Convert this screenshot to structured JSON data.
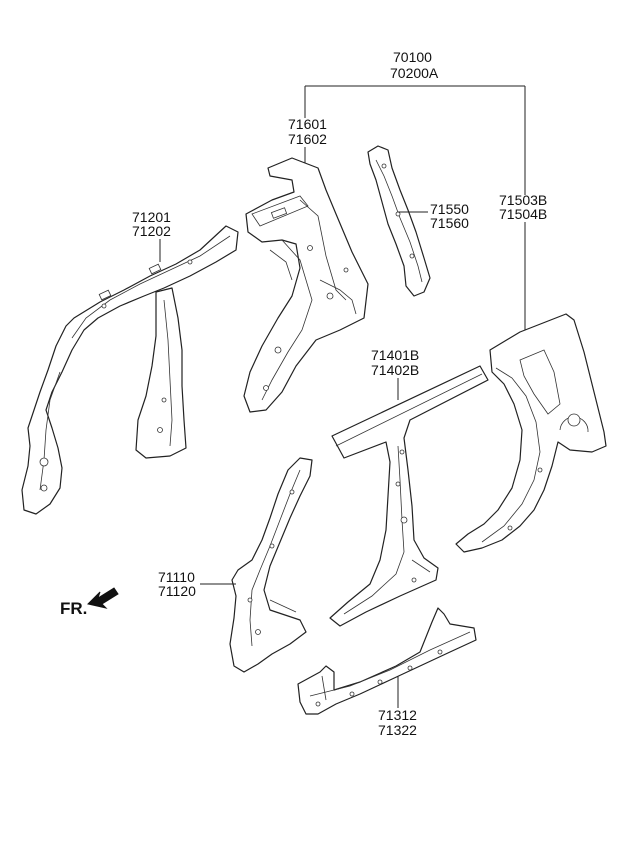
{
  "labels": {
    "assembly_line1": "70100",
    "assembly_line2": "70200A",
    "pillar_inner_front_line1": "71601",
    "pillar_inner_front_line2": "71602",
    "rear_bracket_line1": "71550",
    "rear_bracket_line2": "71560",
    "quarter_panel_line1": "71503B",
    "quarter_panel_line2": "71504B",
    "inner_frame_line1": "71201",
    "inner_frame_line2": "71202",
    "side_outer_line1": "71401B",
    "side_outer_line2": "71402B",
    "front_pillar_line1": "71110",
    "front_pillar_line2": "71120",
    "sill_line1": "71312",
    "sill_line2": "71322"
  },
  "direction": {
    "label": "FR.",
    "icon": "front-arrow-icon"
  },
  "colors": {
    "line": "#222222",
    "background": "#ffffff"
  }
}
